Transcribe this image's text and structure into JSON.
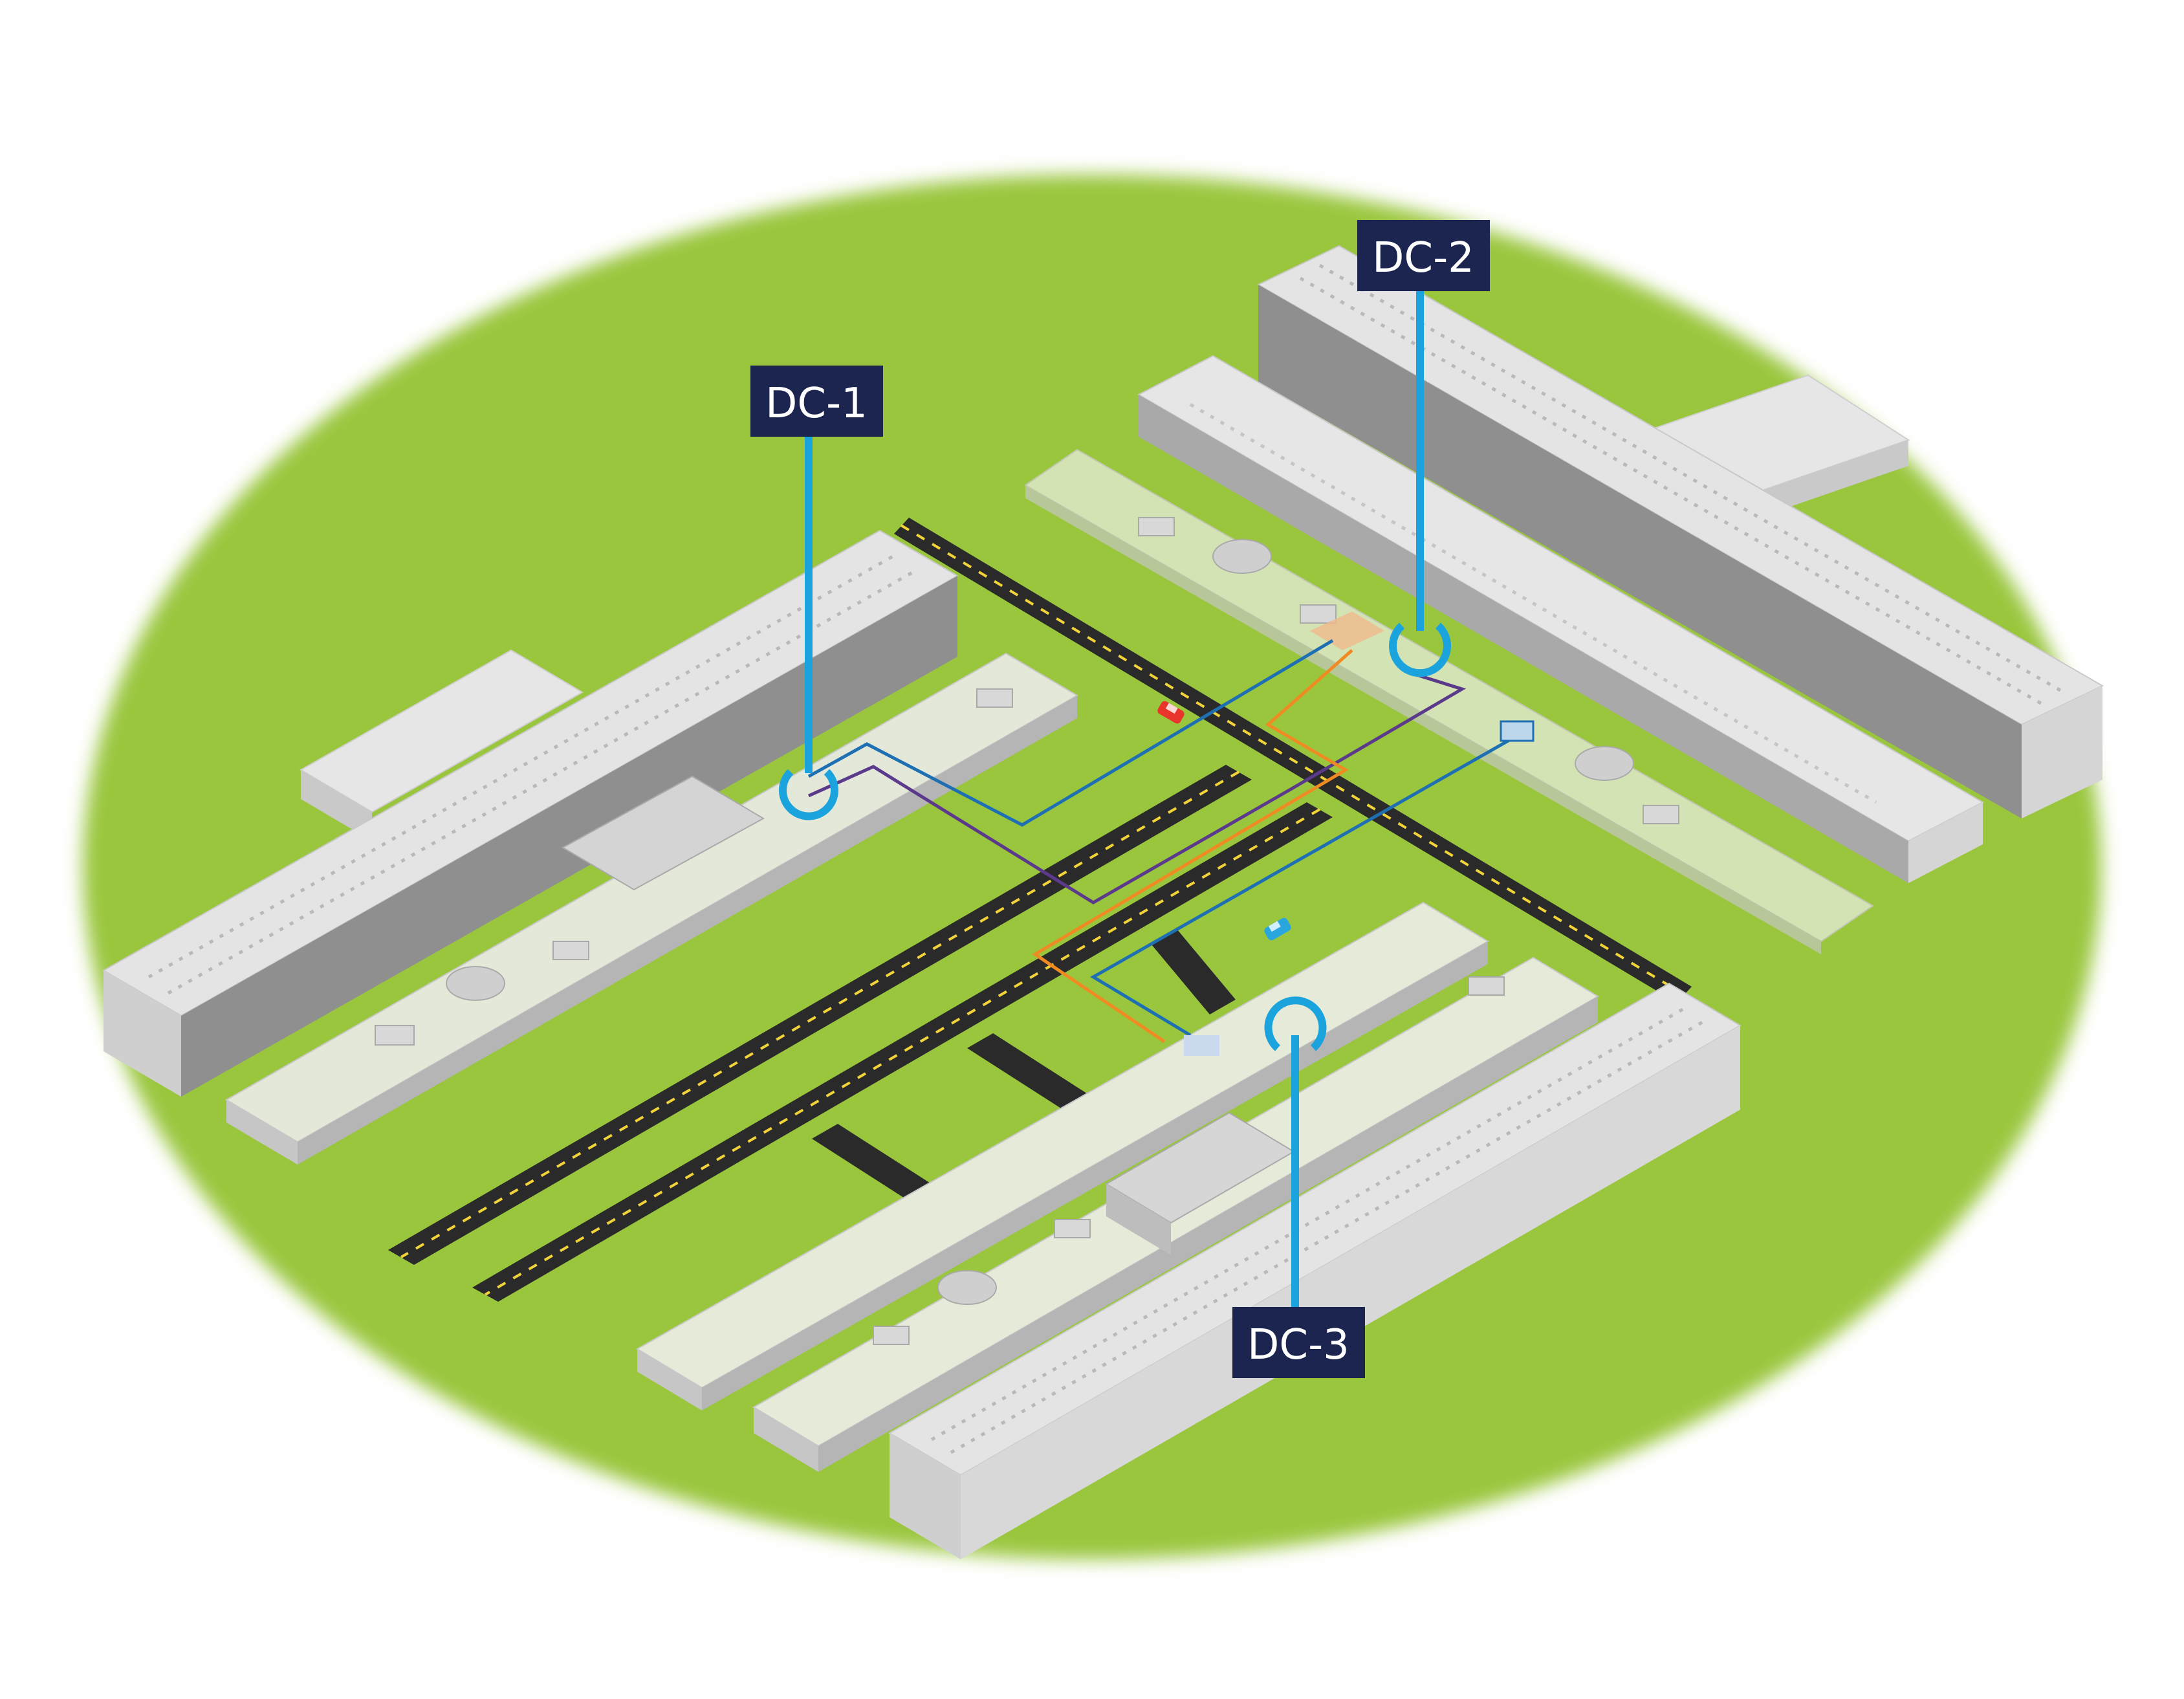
{
  "labels": {
    "dc1": "DC-1",
    "dc2": "DC-2",
    "dc3": "DC-3"
  },
  "colors": {
    "grass": "#9ac63d",
    "road": "#2a2a2a",
    "road_dash": "#f2d43a",
    "label_bg": "#1b2550",
    "label_text": "#ffffff",
    "pin": "#1aa3dc",
    "fiber_blue": "#1f6fb3",
    "fiber_purple": "#5b3a8c",
    "fiber_orange": "#f08a22",
    "car_red": "#e8342b",
    "car_blue": "#2aa6df"
  }
}
